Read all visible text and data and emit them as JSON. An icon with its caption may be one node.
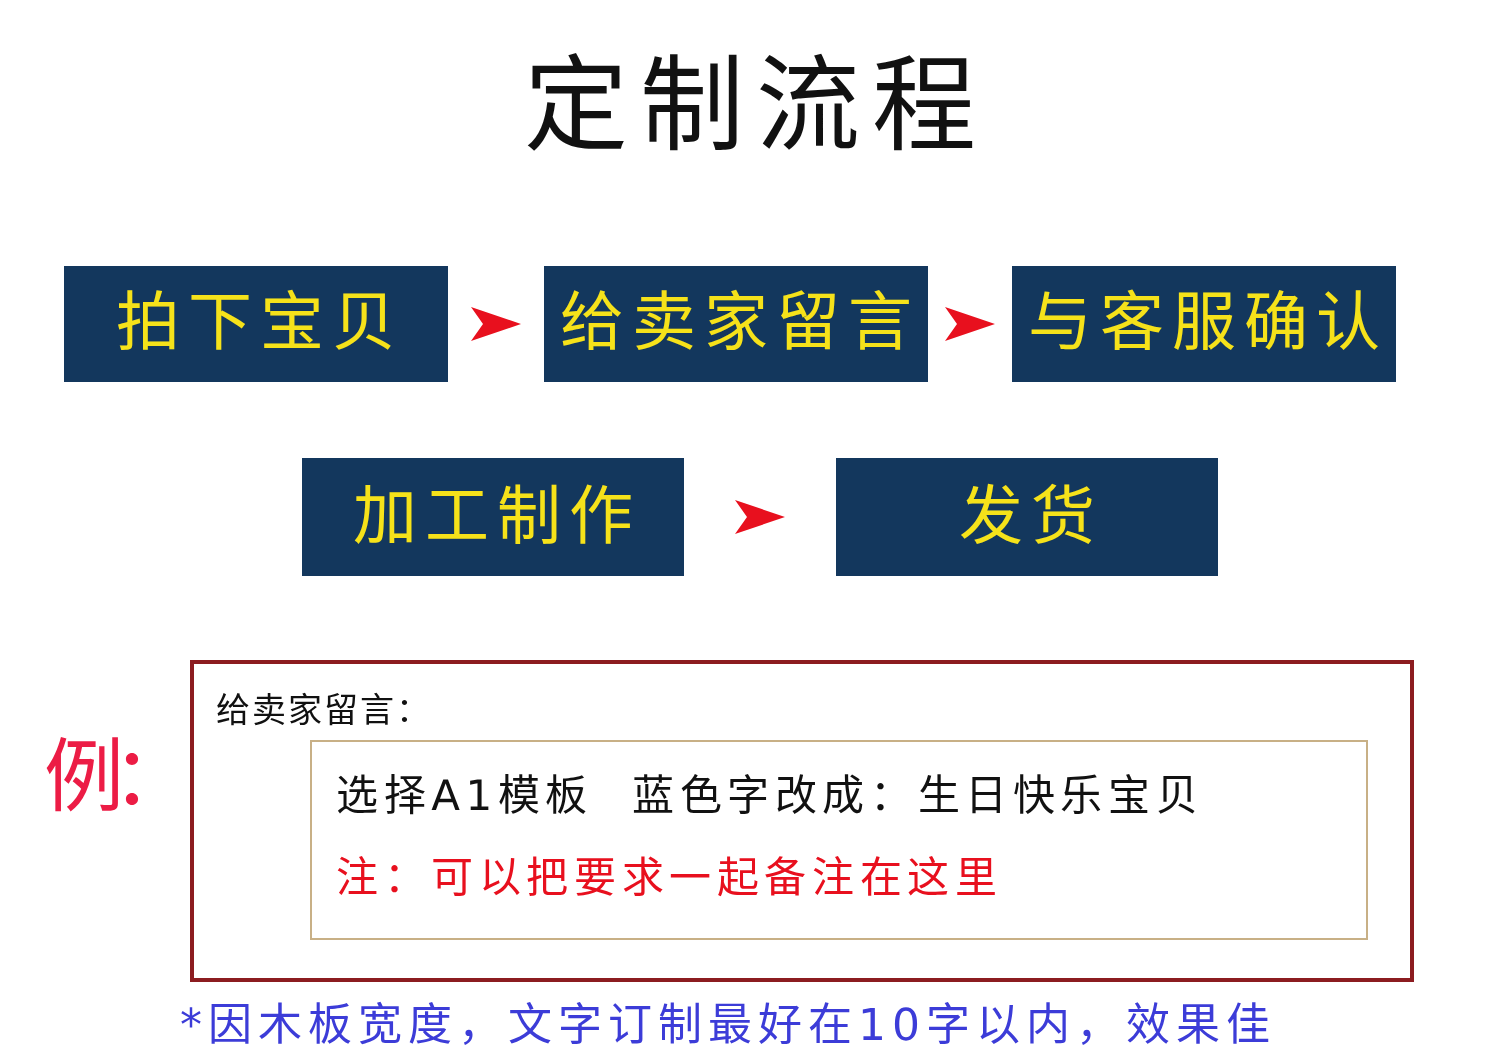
{
  "diagram": {
    "title": "定制流程",
    "nodes": [
      {
        "text": [
          "拍下宝贝"
        ]
      },
      {
        "text": [
          "给卖家留言"
        ]
      },
      {
        "text": [
          "与客服确认"
        ]
      },
      {
        "text": [
          "加工制作"
        ]
      },
      {
        "text": [
          "发货"
        ]
      },
      {
        "text": [
          "给卖家留言："
        ]
      },
      {
        "text": [
          "选择A1模板 蓝色字改成：生日快乐宝贝",
          "注：可以把要求一起备注在这里"
        ],
        "in": 5
      }
    ],
    "edges": [
      {
        "from": 0,
        "to": 1,
        "arrow": "to"
      },
      {
        "from": 1,
        "to": 2,
        "arrow": "to"
      },
      {
        "from": 3,
        "to": 4,
        "arrow": "to"
      }
    ],
    "labels": [
      "例：",
      "*因木板宽度，文字订制最好在10字以内，效果佳"
    ]
  }
}
